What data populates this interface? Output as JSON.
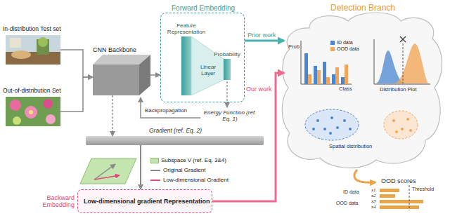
{
  "diagram": {
    "nodes": [
      {
        "text": [
          "In-distribution Test set"
        ]
      },
      {
        "text": [
          "Out-of-distribution Set"
        ]
      },
      {
        "text": [
          "CNN Backbone"
        ]
      },
      {
        "text": [
          "Forward Embedding"
        ]
      },
      {
        "text": [
          "Feature Representation"
        ],
        "in": 3
      },
      {
        "text": [
          "Probability"
        ],
        "in": 3
      },
      {
        "text": [
          "Detection Branch"
        ]
      },
      {
        "text": [
          "Gradient (ref. Eq. 2)"
        ]
      },
      {
        "text": [
          "Backward Embedding",
          "Low-dimensional gradient Representation"
        ]
      }
    ],
    "edges": [
      {
        "from": 0,
        "to": 2,
        "arrow": "to"
      },
      {
        "from": 1,
        "to": 2,
        "arrow": "to"
      },
      {
        "from": 2,
        "to": 3,
        "arrow": "to"
      },
      {
        "from": 3,
        "to": 6,
        "label": "Prior work",
        "arrow": "to"
      },
      {
        "from": 8,
        "to": 6,
        "label": "Our work",
        "arrow": "to"
      },
      {
        "from": 2,
        "to": 7,
        "arrow": "to"
      },
      {
        "from": 7,
        "to": 8,
        "arrow": "to"
      }
    ],
    "labels": [
      "Linear Layer",
      "Energy Function (ref. Eq. 1)",
      "Backpropagation",
      "Prob",
      "Class",
      "Distribution Plot",
      "Spatial distribution",
      "OOD scores",
      "x1",
      "x2",
      "x3",
      "x4",
      "ID data",
      "OOD data",
      "Threshold"
    ],
    "legend": [
      {
        "text": "ID data",
        "color": "#4a86d0"
      },
      {
        "text": "OOD data",
        "color": "#f2a65a"
      },
      {
        "text": "Subspace V (ref. Eq. 3&4)",
        "color": "#c5e5b0"
      },
      {
        "text": "Original Gradient"
      },
      {
        "text": "Low-dimensional Gradient"
      }
    ]
  }
}
